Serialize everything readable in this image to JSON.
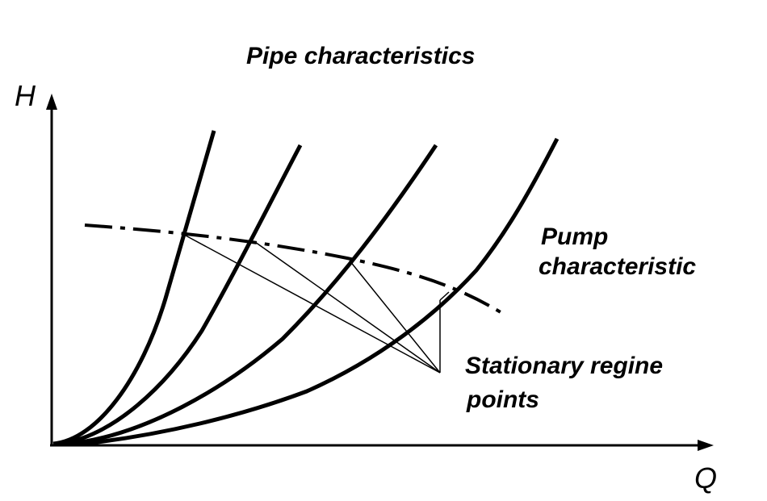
{
  "labels": {
    "pipe_title": "Pipe characteristics",
    "pump_line1": "Pump",
    "pump_line2": "characteristic",
    "stat_line1": "Stationary regine",
    "stat_line2": "points"
  },
  "axes": {
    "y_label": "H",
    "x_label": "Q"
  },
  "colors": {
    "ink": "#000000",
    "background": "#ffffff"
  }
}
